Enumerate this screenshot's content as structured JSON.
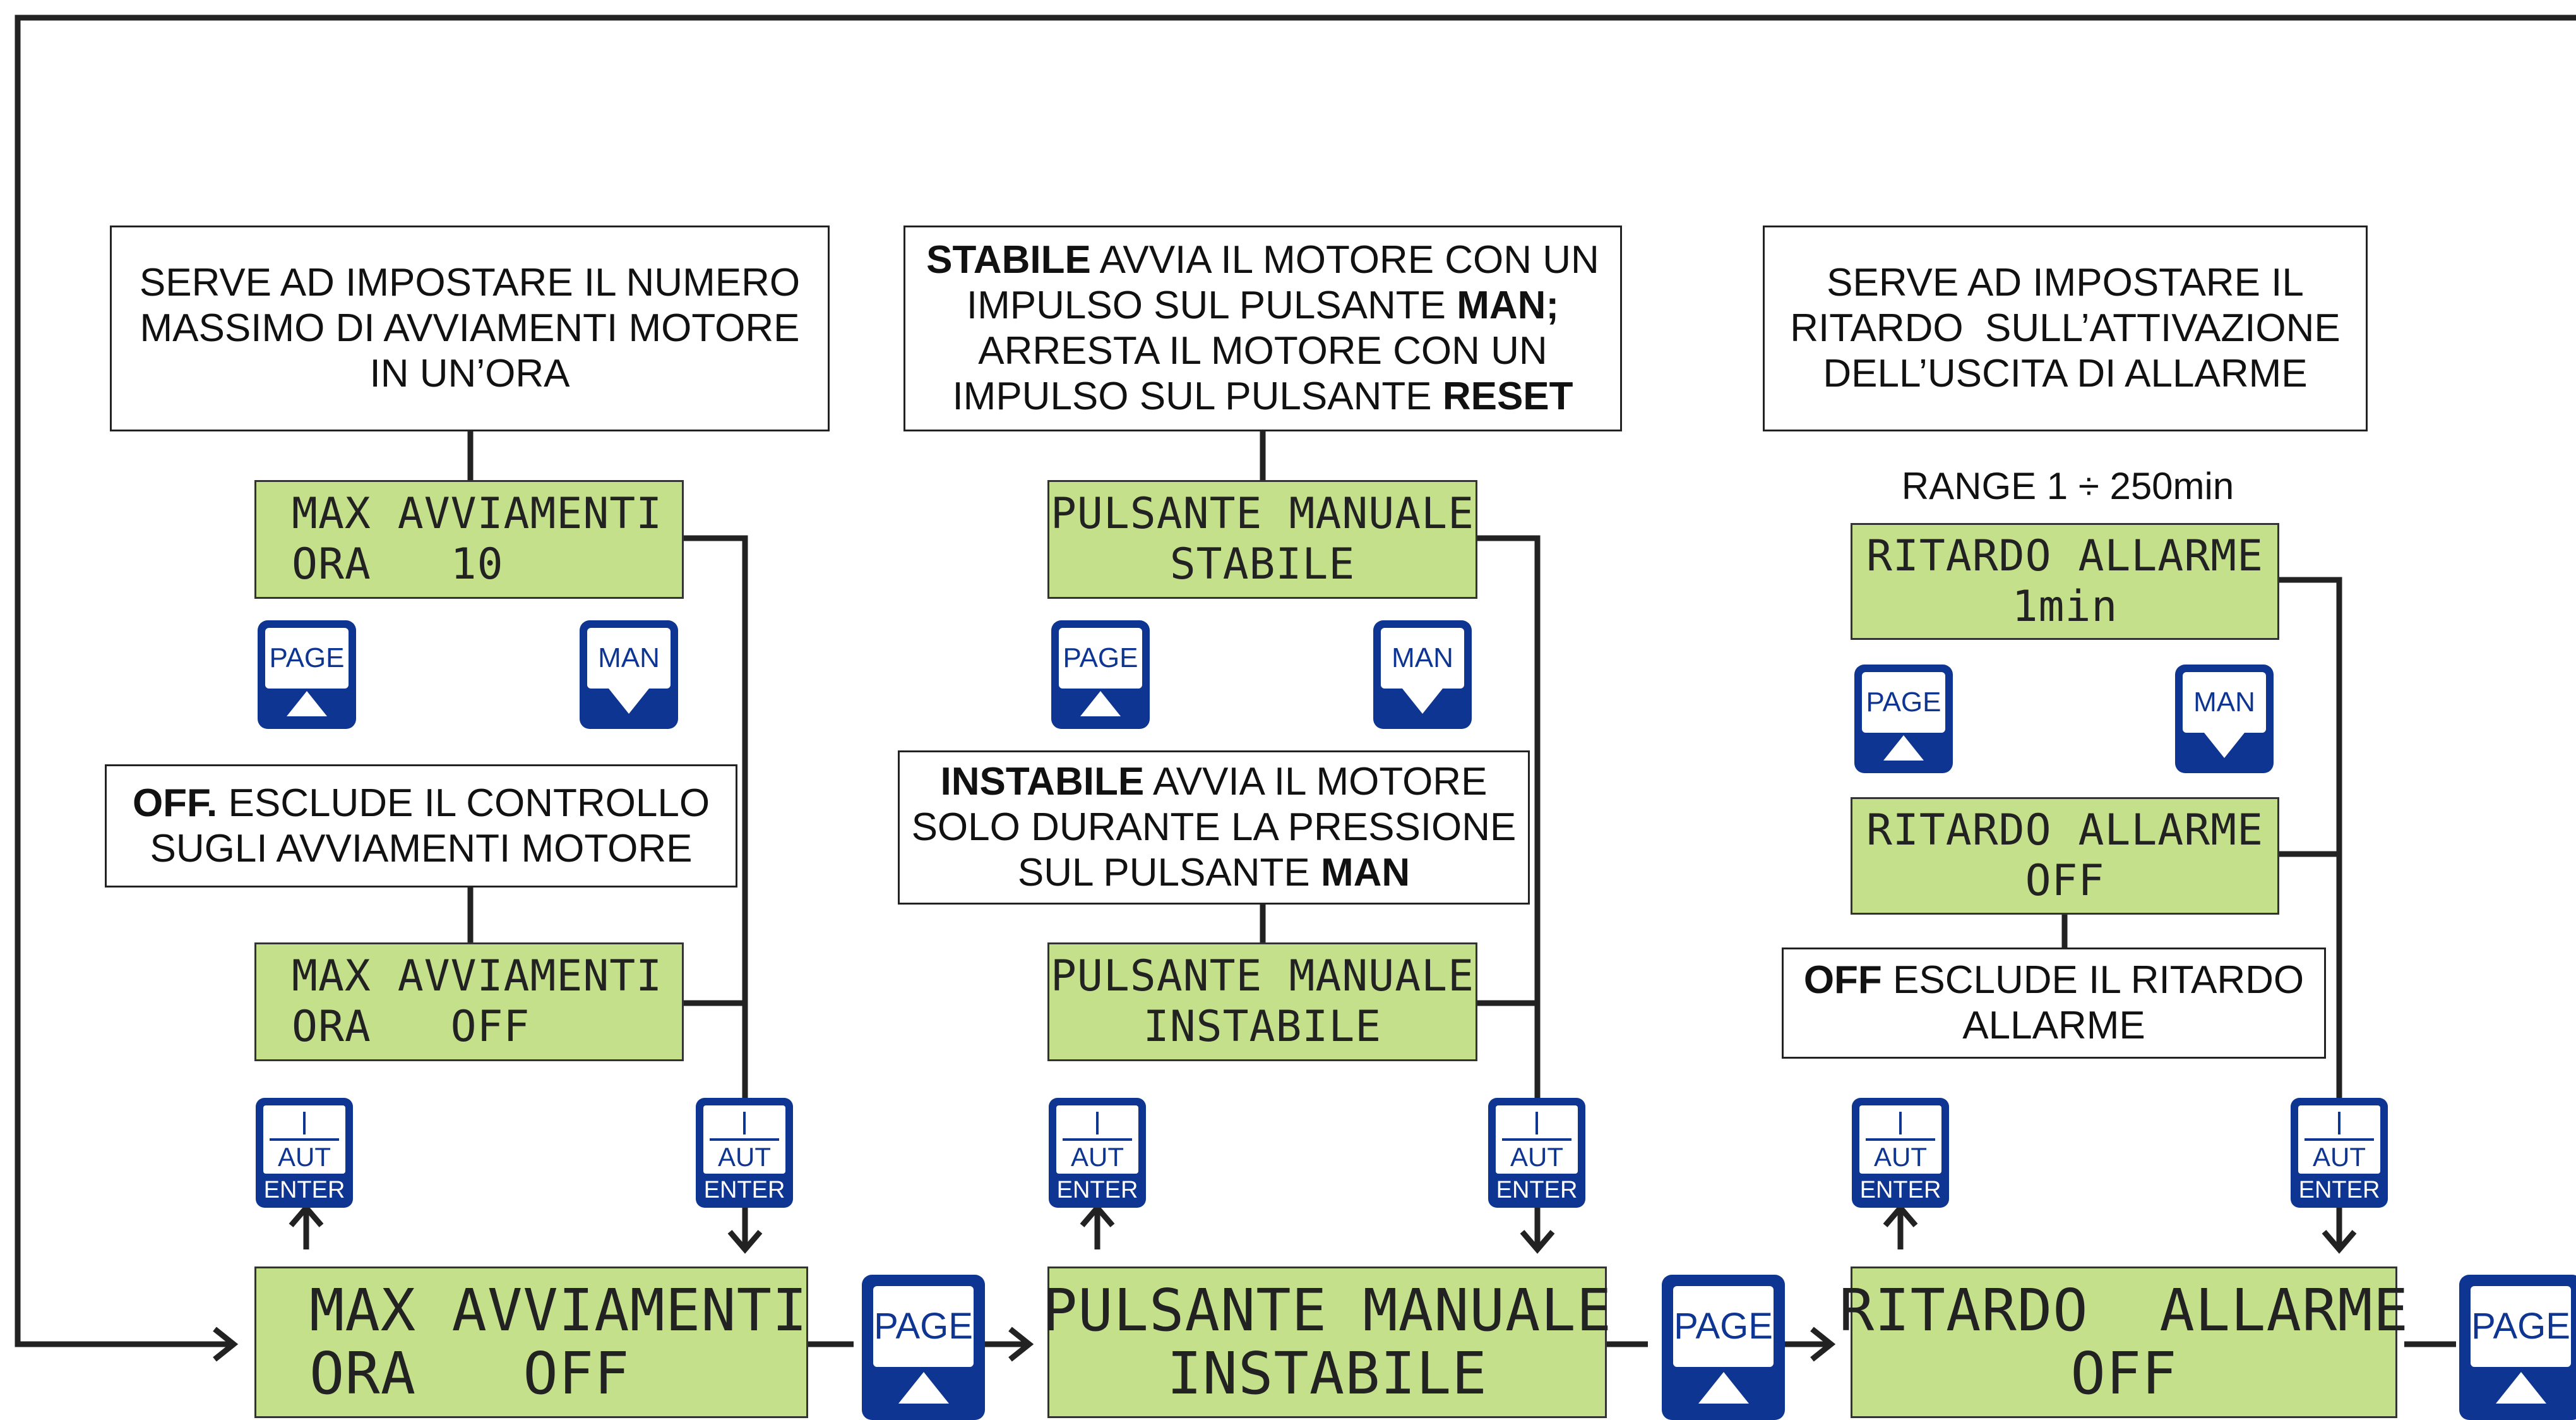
{
  "columns": [
    {
      "desc_top": [
        "SERVE AD IMPOSTARE IL NUMERO",
        "MASSIMO DI AVVIAMENTI MOTORE",
        "IN UN’ORA"
      ],
      "lcd_a": [
        "MAX AVVIAMENTI",
        "ORA   10"
      ],
      "desc_off": {
        "bold": "OFF.",
        "rest": " ESCLUDE IL CONTROLLO",
        "line2": "SUGLI AVVIAMENTI MOTORE"
      },
      "lcd_b": [
        "MAX AVVIAMENTI",
        "ORA   OFF"
      ],
      "lcd_main": [
        "MAX AVVIAMENTI",
        "ORA   OFF"
      ]
    },
    {
      "desc_top": {
        "l1_bold": "STABILE",
        "l1_rest": " AVVIA IL MOTORE CON UN",
        "l2_pre": "IMPULSO SUL PULSANTE ",
        "l2_bold": "MAN;",
        "l3": "ARRESTA IL MOTORE CON UN",
        "l4_pre": "IMPULSO SUL PULSANTE ",
        "l4_bold": "RESET"
      },
      "lcd_a": [
        "PULSANTE MANUALE",
        "STABILE"
      ],
      "desc_mid": {
        "l1_bold": "INSTABILE",
        "l1_rest": " AVVIA IL MOTORE",
        "l2": "SOLO DURANTE LA PRESSIONE",
        "l3_pre": "SUL PULSANTE ",
        "l3_bold": "MAN"
      },
      "lcd_b": [
        "PULSANTE MANUALE",
        "INSTABILE"
      ],
      "lcd_main": [
        "PULSANTE MANUALE",
        "INSTABILE"
      ]
    },
    {
      "desc_top": [
        "SERVE AD IMPOSTARE IL",
        "RITARDO  SULL’ATTIVAZIONE",
        "DELL’USCITA DI ALLARME"
      ],
      "range": "RANGE 1 ÷ 250min",
      "lcd_a": [
        "RITARDO ALLARME",
        "1min"
      ],
      "lcd_b": [
        "RITARDO ALLARME",
        "OFF"
      ],
      "desc_off": {
        "bold": "OFF",
        "rest": " ESCLUDE IL RITARDO",
        "line2": "ALLARME"
      },
      "lcd_main": [
        "RITARDO  ALLARME",
        "OFF"
      ]
    }
  ],
  "keys": {
    "page": "PAGE",
    "man": "MAN",
    "enter_top": "I",
    "enter_mid": "AUT",
    "enter_label": "ENTER"
  },
  "icons": {
    "page_key": "page-up-key-icon",
    "man_key": "man-down-key-icon",
    "enter_key": "enter-key-icon"
  },
  "colors": {
    "lcd_background": "#c5e08b",
    "key_blue": "#0d3591",
    "line": "#222222"
  }
}
